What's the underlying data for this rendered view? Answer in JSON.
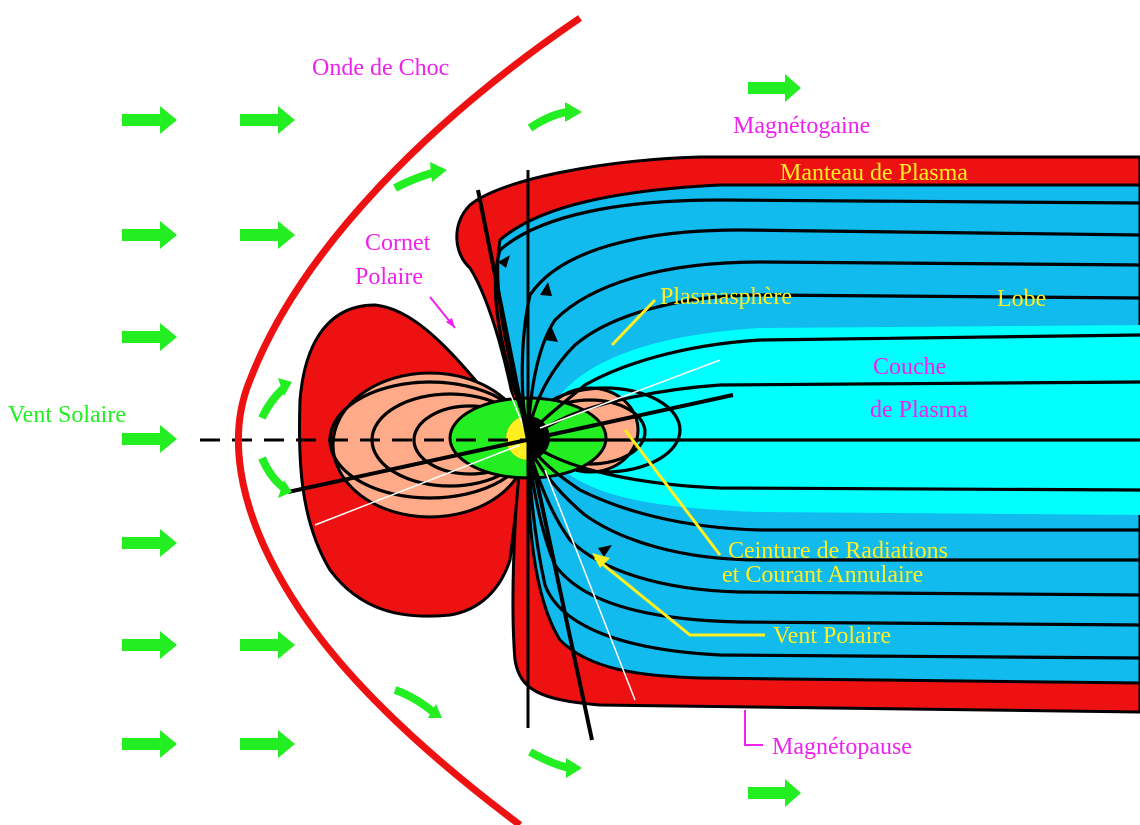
{
  "labels": {
    "bow_shock": "Onde de Choc",
    "magnetosheath": "Magnétogaine",
    "plasma_mantle": "Manteau de Plasma",
    "polar_cusp_line1": "Cornet",
    "polar_cusp_line2": "Polaire",
    "plasmasphere": "Plasmasphère",
    "lobe": "Lobe",
    "plasma_sheet_line1": "Couche",
    "plasma_sheet_line2": "de Plasma",
    "solar_wind": "Vent Solaire",
    "radiation_belt_line1": "Ceinture de Radiations",
    "radiation_belt_line2": "et Courant Annulaire",
    "polar_wind": "Vent Polaire",
    "magnetopause": "Magnétopause"
  },
  "colors": {
    "solar_wind_arrows": "#22ee22",
    "bow_shock": "#ee1111",
    "magnetosphere_outer": "#ee1111",
    "inner_lobe": "#ffaa88",
    "lobe": "#11bbee",
    "plasma_sheet": "#00ffff",
    "plasmasphere": "#22ee22",
    "earth_day": "#ffee22",
    "earth_night": "#000000",
    "label_magenta": "#ee22ee",
    "label_yellow": "#ffee22",
    "label_green": "#22ee22"
  },
  "icons": {
    "solar_wind": "arrow-right-icon",
    "sheath_flow": "curved-arrow-icon",
    "field_direction": "arrowhead-icon"
  }
}
